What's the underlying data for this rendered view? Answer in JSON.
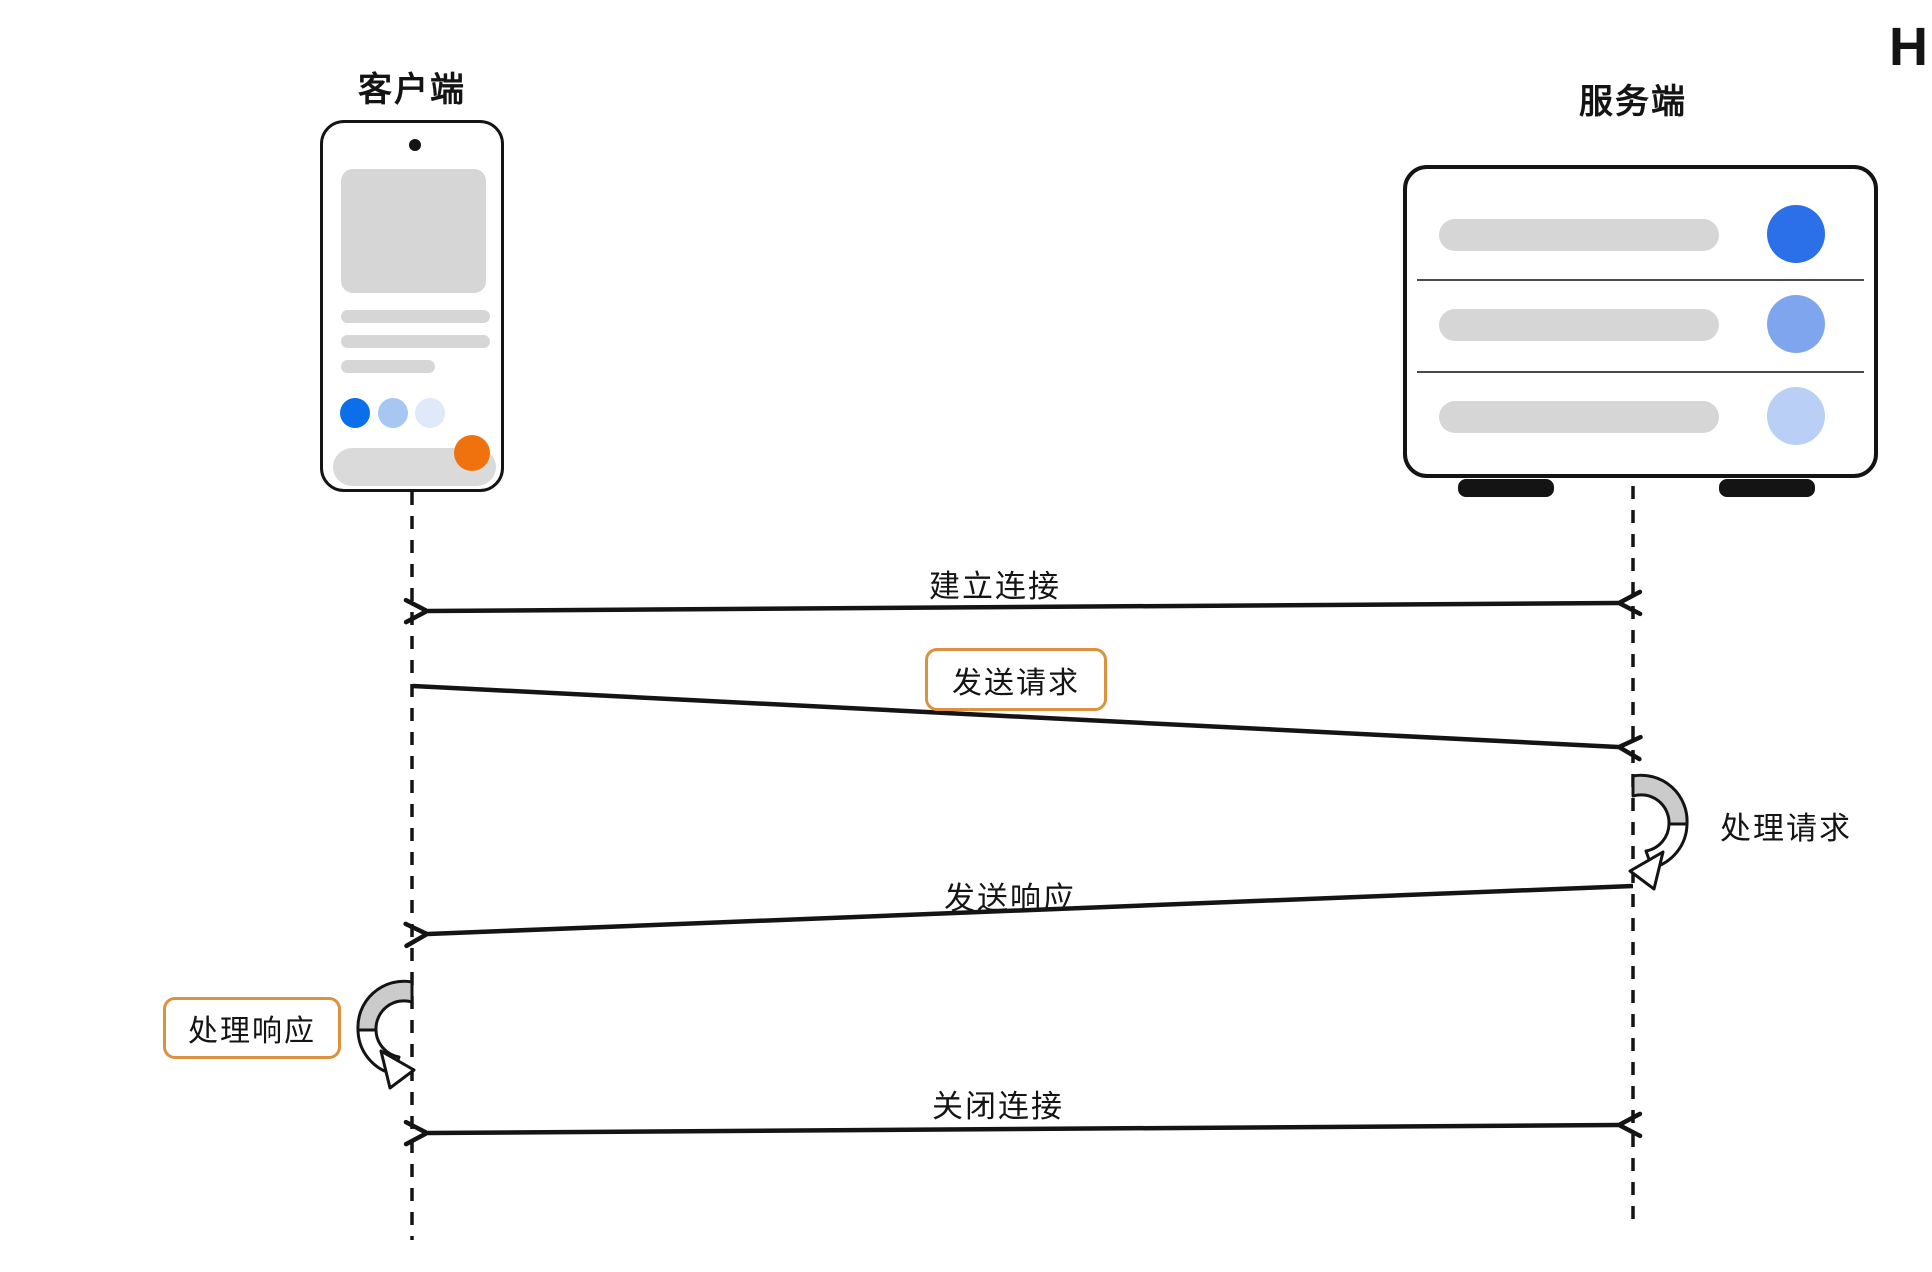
{
  "page": {
    "corner_text": "H"
  },
  "diagram": {
    "type": "sequence-diagram",
    "actors": [
      {
        "id": "client",
        "label": "客户端"
      },
      {
        "id": "server",
        "label": "服务端"
      }
    ],
    "messages": [
      {
        "label": "建立连接",
        "from": "client",
        "to": "server",
        "style": "double-headed-arrow",
        "boxed": false
      },
      {
        "label": "发送请求",
        "from": "client",
        "to": "server",
        "style": "arrow",
        "boxed": true
      },
      {
        "label": "处理请求",
        "actor": "server",
        "style": "self-loop",
        "boxed": false
      },
      {
        "label": "发送响应",
        "from": "server",
        "to": "client",
        "style": "arrow",
        "boxed": false
      },
      {
        "label": "处理响应",
        "actor": "client",
        "style": "self-loop",
        "boxed": true
      },
      {
        "label": "关闭连接",
        "from": "client",
        "to": "server",
        "style": "double-headed-arrow",
        "boxed": false
      }
    ],
    "colors": {
      "ink": "#141414",
      "label_box_border": "#dd913f",
      "phone_dot_1": "#0a6fe8",
      "phone_dot_2": "#a8c6f2",
      "phone_dot_3": "#dfe9fa",
      "action_orange": "#f0720e",
      "server_led_1": "#2b6fe9",
      "server_led_2": "#7fa5ef",
      "server_led_3": "#bacff6",
      "placeholder_gray": "#d6d6d6",
      "home_bar_gray": "#dadada",
      "loop_gray": "#cbcbcb"
    }
  }
}
